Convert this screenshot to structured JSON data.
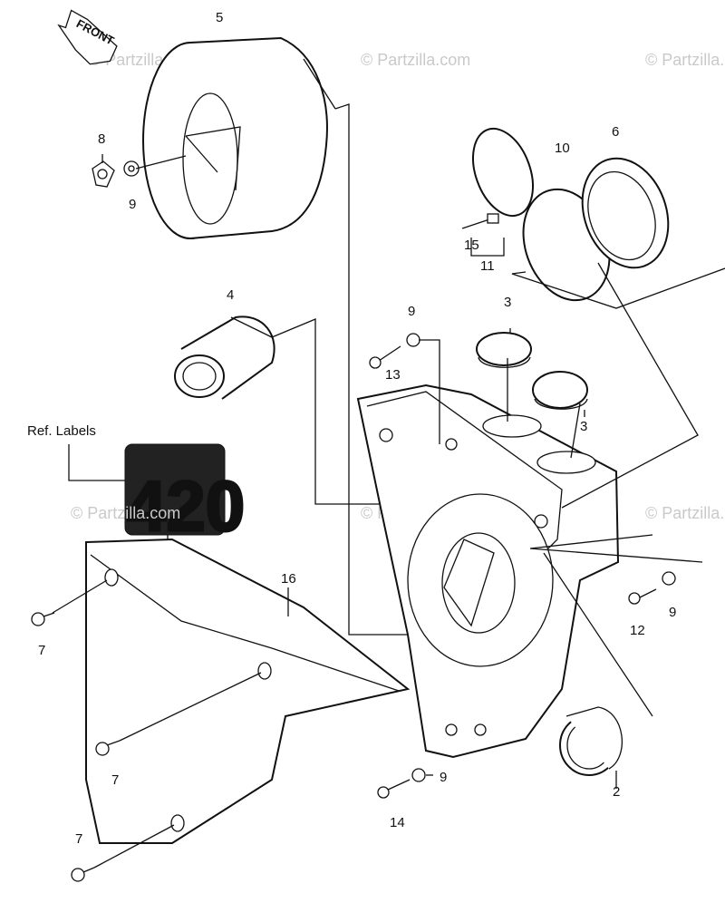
{
  "watermark": "© Partzilla.com",
  "front_arrow": "FRONT",
  "ref_labels": {
    "heading": "Ref. Labels",
    "decal": "420"
  },
  "callouts": {
    "c2": "2",
    "c3a": "3",
    "c3b": "3",
    "c4": "4",
    "c5": "5",
    "c6": "6",
    "c7a": "7",
    "c7b": "7",
    "c7c": "7",
    "c8": "8",
    "c9a": "9",
    "c9b": "9",
    "c9c": "9",
    "c9d": "9",
    "c10": "10",
    "c11": "11",
    "c12": "12",
    "c13": "13",
    "c14": "14",
    "c15": "15",
    "c16": "16"
  }
}
